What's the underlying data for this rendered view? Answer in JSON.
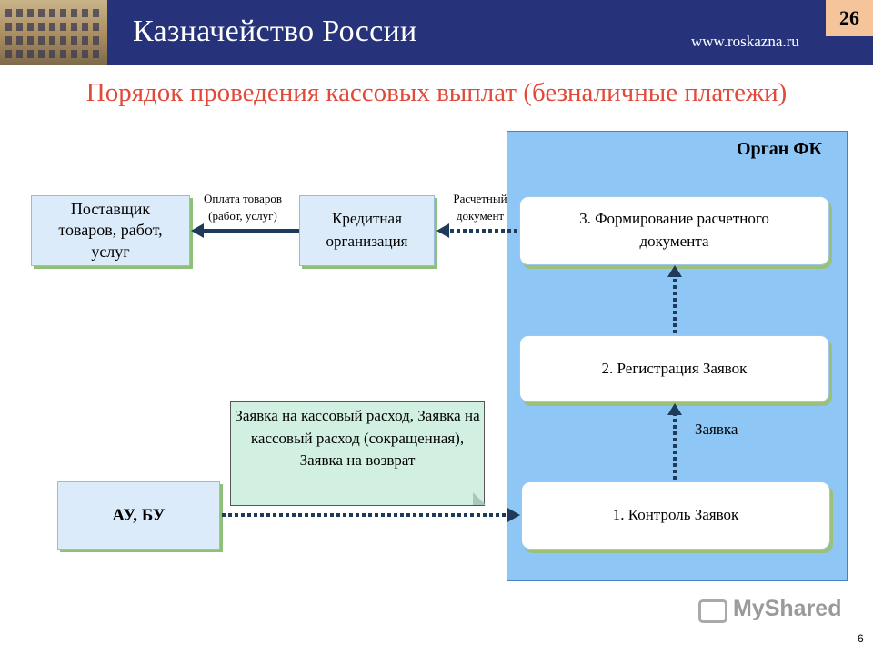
{
  "header": {
    "title": "Казначейство России",
    "url": "www.roskazna.ru",
    "page_badge": "26"
  },
  "slide_title": "Порядок проведения кассовых выплат (безналичные платежи)",
  "fk": {
    "label": "Орган ФК"
  },
  "boxes": {
    "supplier": "Поставщик товаров, работ, услуг",
    "credit_org": "Кредитная организация",
    "step3": "3. Формирование расчетного документа",
    "step2": "2. Регистрация Заявок",
    "step1": "1. Контроль Заявок",
    "au_bu": "АУ, БУ"
  },
  "labels": {
    "payment": "Оплата товаров (работ, услуг)",
    "settlement_doc": "Расчетный документ",
    "application": "Заявка"
  },
  "note": "Заявка на кассовый расход, Заявка на кассовый расход (сокращенная), Заявка на возврат",
  "watermark": "MyShared",
  "page_number": "6",
  "colors": {
    "header_bg": "#26337a",
    "title_red": "#e14a3b",
    "fk_panel": "#8ec6f5",
    "arrow": "#1f3a5a"
  }
}
